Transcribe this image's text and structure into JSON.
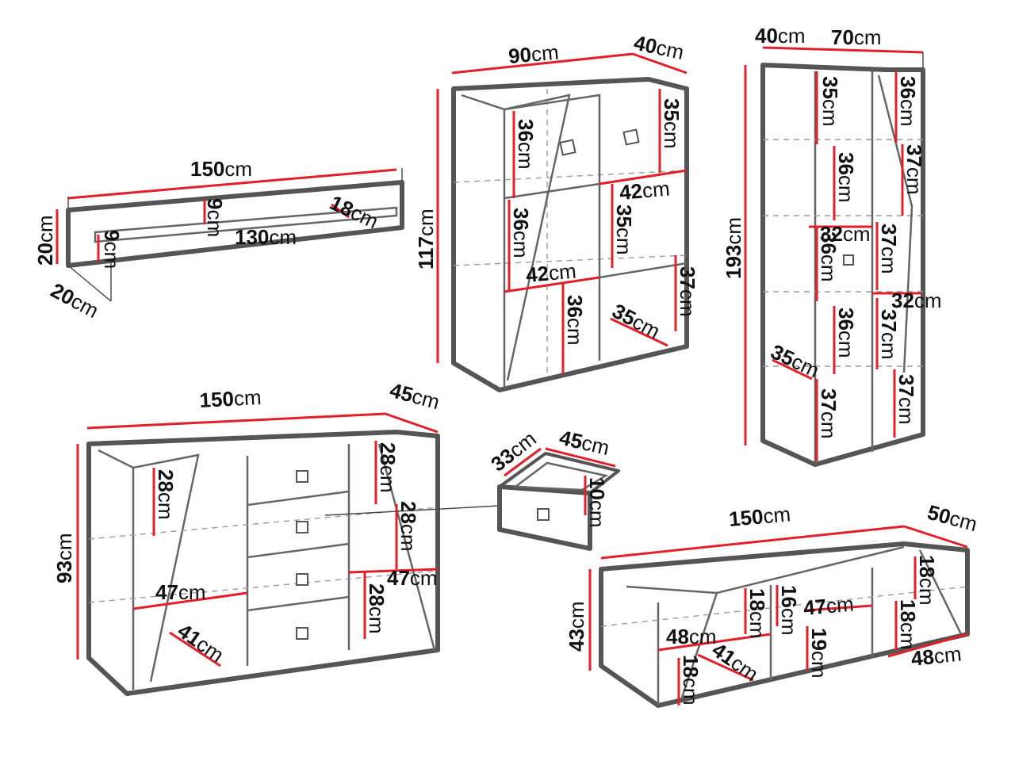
{
  "colors": {
    "dimension_line": "#e0202a",
    "outline": "#555555",
    "background": "#ffffff"
  },
  "shelf": {
    "width": "150",
    "height": "20",
    "depth": "20",
    "inner_width": "130",
    "gap_left": "9",
    "gap_mid": "9",
    "bay": "18",
    "unit": "cm"
  },
  "highboard": {
    "width": "90",
    "depth": "40",
    "height": "117",
    "c1": "36",
    "c2": "35",
    "c3": "36",
    "c4": "42",
    "c5": "35",
    "c6": "42",
    "c7": "37",
    "c8": "36",
    "c9": "35",
    "unit": "cm"
  },
  "tall_cabinet": {
    "depth": "40",
    "width": "70",
    "height": "193",
    "c1": "35",
    "c2": "36",
    "c3": "36",
    "c4": "37",
    "c5": "32",
    "c6": "37",
    "c7": "36",
    "c8": "36",
    "c9": "32",
    "c10": "37",
    "c11": "35",
    "c12": "37",
    "c13": "37",
    "unit": "cm"
  },
  "sideboard": {
    "width": "150",
    "depth": "45",
    "height": "93",
    "c1": "28",
    "c2": "28",
    "c3": "28",
    "c4": "47",
    "c5": "47",
    "c6": "28",
    "c7": "41",
    "unit": "cm"
  },
  "drawer": {
    "depth": "33",
    "width": "45",
    "height": "10",
    "unit": "cm"
  },
  "tv_unit": {
    "width": "150",
    "depth": "50",
    "height": "43",
    "c1": "18",
    "c2": "18",
    "c3": "16",
    "c4": "47",
    "c5": "18",
    "c6": "48",
    "c7": "41",
    "c8": "19",
    "c9": "48",
    "c10": "18",
    "unit": "cm"
  }
}
